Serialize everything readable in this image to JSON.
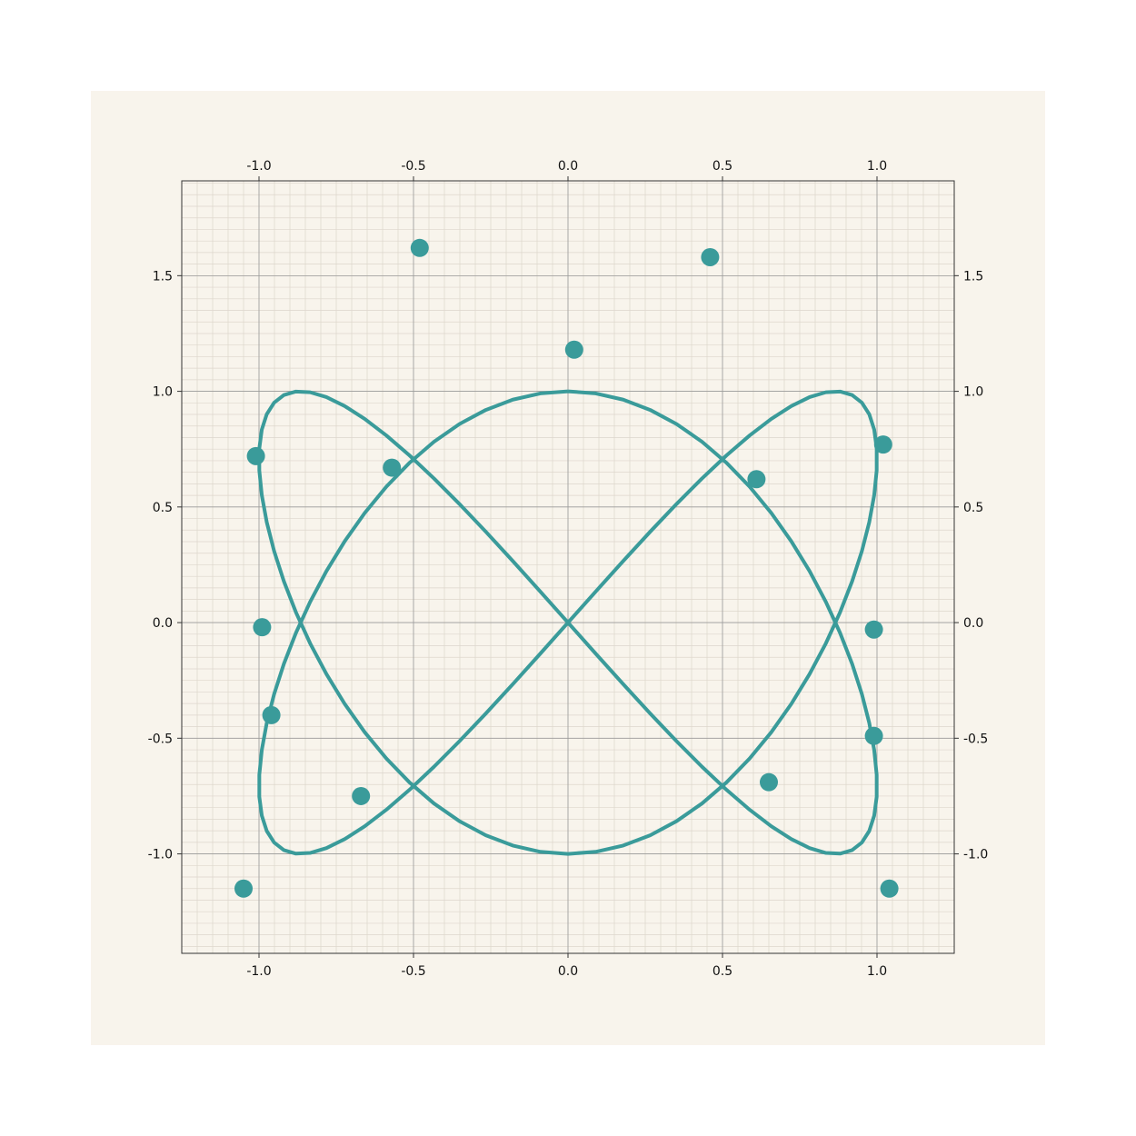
{
  "chart_data": {
    "type": "line",
    "title": "",
    "xlabel": "",
    "ylabel": "",
    "xlim": [
      -1.25,
      1.25
    ],
    "ylim": [
      -1.43,
      1.91
    ],
    "x_ticks": [
      -1.0,
      -0.5,
      0.0,
      0.5,
      1.0
    ],
    "x_tick_labels": [
      "-1.0",
      "-0.5",
      "0.0",
      "0.5",
      "1.0"
    ],
    "y_ticks": [
      -1.0,
      -0.5,
      0.0,
      0.5,
      1.0,
      1.5
    ],
    "y_tick_labels": [
      "-1.0",
      "-0.5",
      "0.0",
      "0.5",
      "1.0",
      "1.5"
    ],
    "ticks_on_all_sides": true,
    "grid": {
      "major": true,
      "minor": true
    },
    "curve": {
      "kind": "parametric",
      "x": "sin(t)",
      "y": "cos(3t/2)",
      "t_range": "0 to 4π"
    },
    "scatter_points": [
      {
        "x": -0.48,
        "y": 1.62
      },
      {
        "x": 0.46,
        "y": 1.58
      },
      {
        "x": 0.02,
        "y": 1.18
      },
      {
        "x": -1.01,
        "y": 0.72
      },
      {
        "x": -0.57,
        "y": 0.67
      },
      {
        "x": 0.61,
        "y": 0.62
      },
      {
        "x": 1.02,
        "y": 0.77
      },
      {
        "x": -0.99,
        "y": -0.02
      },
      {
        "x": 0.99,
        "y": -0.03
      },
      {
        "x": -0.96,
        "y": -0.4
      },
      {
        "x": 0.99,
        "y": -0.49
      },
      {
        "x": -0.67,
        "y": -0.75
      },
      {
        "x": 0.65,
        "y": -0.69
      },
      {
        "x": -1.05,
        "y": -1.15
      },
      {
        "x": 1.04,
        "y": -1.15
      }
    ],
    "colors": {
      "figure_background": "#f8f4ec",
      "plot_background": "#f8f4ec",
      "series": "#3a9b9a",
      "major_grid": "#9a9a9a",
      "minor_grid": "#ddd6cc",
      "axis": "#333333"
    }
  }
}
